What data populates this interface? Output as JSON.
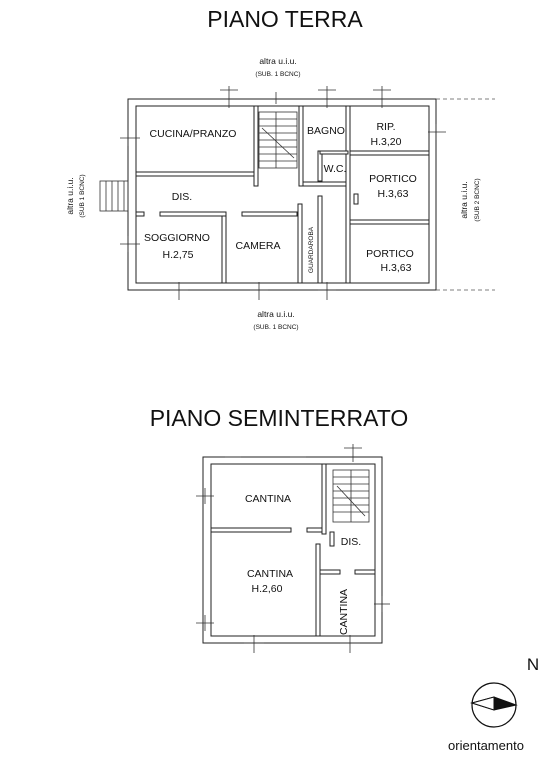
{
  "titles": {
    "ground_floor": "PIANO TERRA",
    "basement": "PIANO SEMINTERRATO"
  },
  "ground_floor": {
    "adjacent_top": {
      "label": "altra u.i.u.",
      "sub": "(SUB. 1 BCNC)"
    },
    "adjacent_bottom": {
      "label": "altra u.i.u.",
      "sub": "(SUB. 1 BCNC)"
    },
    "adjacent_left": {
      "label": "altra u.i.u.",
      "sub": "(SUB 1 BCNC)"
    },
    "adjacent_right": {
      "label": "altra u.i.u.",
      "sub": "(SUB 2 BCNC)"
    },
    "rooms": {
      "kitchen": "CUCINA/PRANZO",
      "bathroom": "BAGNO",
      "storage": "RIP.",
      "storage_height": "H.3,20",
      "wc": "W.C.",
      "porch_upper": "PORTICO",
      "porch_upper_height": "H.3,63",
      "hall": "DIS.",
      "living": "SOGGIORNO",
      "living_height": "H.2,75",
      "bedroom": "CAMERA",
      "wardrobe": "GUARDAROBA",
      "porch_lower": "PORTICO",
      "porch_lower_height": "H.3,63"
    }
  },
  "basement": {
    "rooms": {
      "cellar_top": "CANTINA",
      "cellar_main": "CANTINA",
      "cellar_main_height": "H.2,60",
      "hall": "DIS.",
      "cellar_small": "CANTINA"
    }
  },
  "orientation": {
    "north": "N",
    "label": "orientamento"
  }
}
